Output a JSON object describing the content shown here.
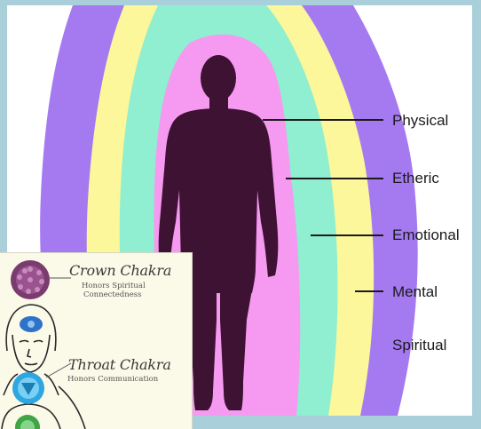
{
  "aura_diagram": {
    "layers": [
      {
        "name": "Physical",
        "color": "#3d1232"
      },
      {
        "name": "Etheric",
        "color": "#f59af0"
      },
      {
        "name": "Emotional",
        "color": "#8fefd0"
      },
      {
        "name": "Mental",
        "color": "#fbf79a"
      },
      {
        "name": "Spiritual",
        "color": "#a57af0"
      }
    ],
    "labels": {
      "physical": "Physical",
      "etheric": "Etheric",
      "emotional": "Emotional",
      "mental": "Mental",
      "spiritual": "Spiritual"
    }
  },
  "chakra_inset": {
    "crown": {
      "name": "Crown Chakra",
      "desc_line1": "Honors Spiritual",
      "desc_line2": "Connectedness",
      "color": "#7a3b6e"
    },
    "throat": {
      "name": "Throat Chakra",
      "desc": "Honors Communication",
      "color": "#2ea6e0"
    },
    "third_eye_color": "#2f73c9",
    "heart_color": "#3fa546"
  }
}
